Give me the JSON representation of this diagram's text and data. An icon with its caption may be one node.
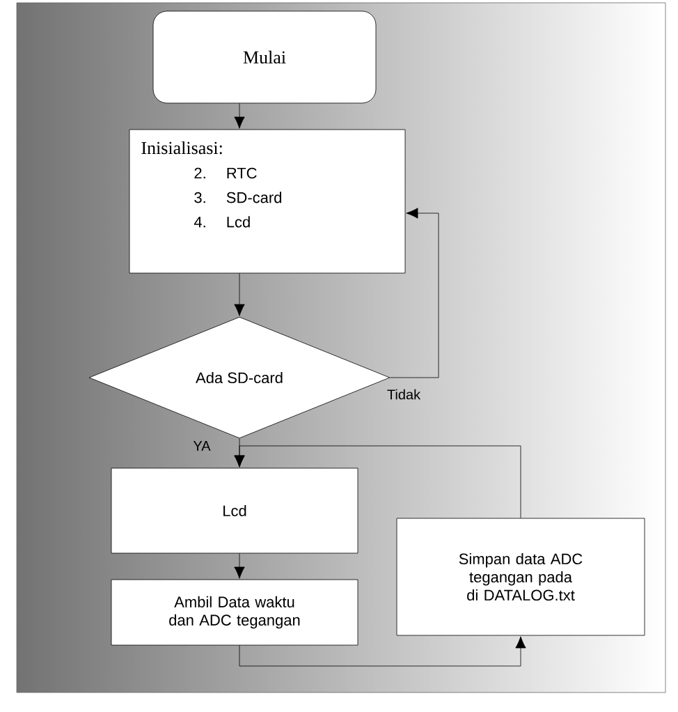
{
  "diagram": {
    "nodes": [
      {
        "text": [
          "Mulai"
        ]
      },
      {
        "text": [
          "Inisialisasi:",
          "2.",
          "RTC",
          "3.",
          "SD-card",
          "4.",
          "Lcd"
        ]
      },
      {
        "text": [
          "Ada SD-card"
        ]
      },
      {
        "text": [
          "Lcd"
        ]
      },
      {
        "text": [
          "Ambil Data waktu dan ADC tegangan"
        ]
      },
      {
        "text": [
          "Simpan data ADC tegangan pada di DATALOG.txt"
        ]
      }
    ],
    "edges": [
      {
        "from": 0,
        "to": 1,
        "arrow": "to"
      },
      {
        "from": 1,
        "to": 2,
        "arrow": "to"
      },
      {
        "from": 2,
        "to": 1,
        "arrow": "to",
        "label": "Tidak"
      },
      {
        "from": 2,
        "to": 3,
        "arrow": "to",
        "label": "YA"
      },
      {
        "from": 3,
        "to": 4,
        "arrow": "to"
      },
      {
        "from": 4,
        "to": 5,
        "arrow": "to"
      },
      {
        "from": 5,
        "to": 3,
        "arrow": "to"
      }
    ]
  }
}
